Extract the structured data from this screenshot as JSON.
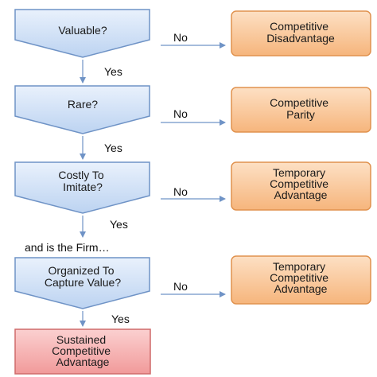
{
  "colors": {
    "question_fill": "#cfe0f7",
    "question_stroke": "#6f93c6",
    "outcome_fill": "#f9c596",
    "outcome_stroke": "#e0924e",
    "final_fill": "#f6b2b2",
    "final_stroke": "#cf6a6a",
    "arrow": "#6f93c6"
  },
  "questions": [
    {
      "lines": [
        "Valuable?"
      ]
    },
    {
      "lines": [
        "Rare?"
      ]
    },
    {
      "lines": [
        "Costly To",
        "Imitate?"
      ]
    },
    {
      "lines": [
        "Organized To",
        "Capture Value?"
      ]
    }
  ],
  "outcomes": [
    {
      "lines": [
        "Competitive",
        "Disadvantage"
      ]
    },
    {
      "lines": [
        "Competitive",
        "Parity"
      ]
    },
    {
      "lines": [
        "Temporary",
        "Competitive",
        "Advantage"
      ]
    },
    {
      "lines": [
        "Temporary",
        "Competitive",
        "Advantage"
      ]
    }
  ],
  "no_labels": [
    "No",
    "No",
    "No",
    "No"
  ],
  "yes_labels": [
    "Yes",
    "Yes",
    "Yes",
    "Yes"
  ],
  "middle_text": "and is the Firm…",
  "final": {
    "lines": [
      "Sustained",
      "Competitive",
      "Advantage"
    ]
  }
}
